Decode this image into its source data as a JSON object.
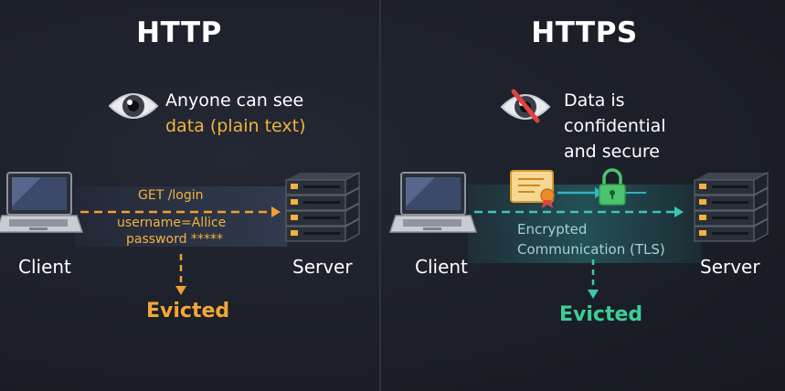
{
  "http": {
    "title": "HTTP",
    "caption_line1": "Anyone can see",
    "caption_line2": "data (plain text)",
    "request_line": "GET /login",
    "username_line": "username=Allice",
    "password_line": "password *****",
    "client_label": "Client",
    "server_label": "Server",
    "result_label": "Evicted",
    "eye_icon": "eye-icon",
    "colors": {
      "accent": "#f3b23f",
      "arrow": "#f2a030"
    }
  },
  "https": {
    "title": "HTTPS",
    "caption_line1": "Data is",
    "caption_line2": "confidential",
    "caption_line3": "and secure",
    "tls_line1": "Encrypted",
    "tls_line2": "Communication (TLS)",
    "client_label": "Client",
    "server_label": "Server",
    "result_label": "Evicted",
    "eye_icon": "eye-crossed-icon",
    "colors": {
      "accent": "#3ccf97",
      "arrow": "#3cc7b4"
    }
  }
}
